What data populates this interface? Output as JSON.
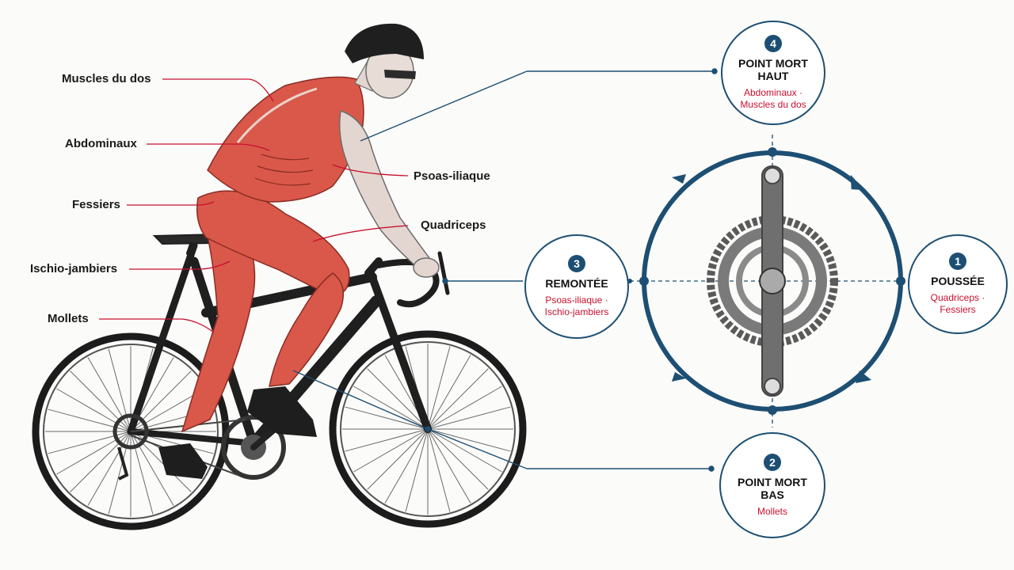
{
  "muscles": {
    "dos": "Muscles du dos",
    "abdominaux": "Abdominaux",
    "fessiers": "Fessiers",
    "ischio": "Ischio-jambiers",
    "mollets": "Mollets",
    "psoas": "Psoas-iliaque",
    "quadriceps": "Quadriceps"
  },
  "phases": [
    {
      "number": "1",
      "title": "POUSSÉE",
      "muscles": "Quadriceps · Fessiers"
    },
    {
      "number": "2",
      "title": "POINT MORT BAS",
      "muscles": "Mollets"
    },
    {
      "number": "3",
      "title": "REMONTÉE",
      "muscles": "Psoas-iliaque · Ischio-jambiers"
    },
    {
      "number": "4",
      "title": "POINT MORT HAUT",
      "muscles": "Abdominaux · Muscles du dos"
    }
  ],
  "colors": {
    "accent_blue": "#1d4f73",
    "muscle_red": "#c8102e",
    "muscle_fill": "#d9584a"
  },
  "icons": [
    "cyclist-illustration",
    "crankset-icon",
    "cycle-arrow-icon"
  ]
}
